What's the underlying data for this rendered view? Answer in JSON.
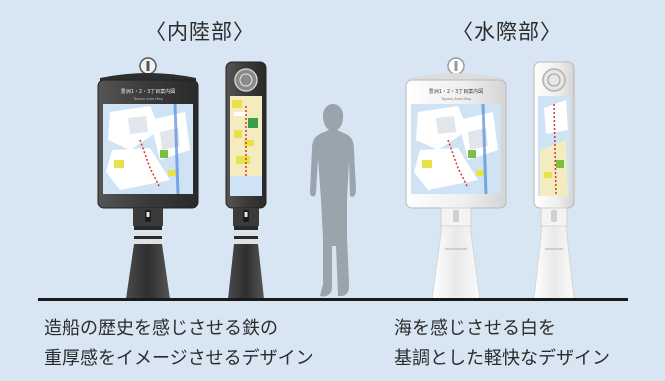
{
  "headings": {
    "inland": "〈内陸部〉",
    "waterfront": "〈水際部〉"
  },
  "captions": {
    "inland_line1": "造船の歴史を感じさせる鉄の",
    "inland_line2": "重厚感をイメージさせるデザイン",
    "waterfront_line1": "海を感じさせる白を",
    "waterfront_line2": "基調とした軽快なデザイン"
  },
  "sign_text": {
    "map_title": "豊洲1・2・3丁目案内図",
    "map_subtitle": "Toyosu Area Map"
  },
  "colors": {
    "background": "#d8e6f3",
    "inland_body": "#3d3d3d",
    "waterfront_body": "#f4f4f4",
    "silhouette": "#9aa4ad",
    "ground_line": "#1a1a1a",
    "map_water": "#cfe3f4"
  }
}
